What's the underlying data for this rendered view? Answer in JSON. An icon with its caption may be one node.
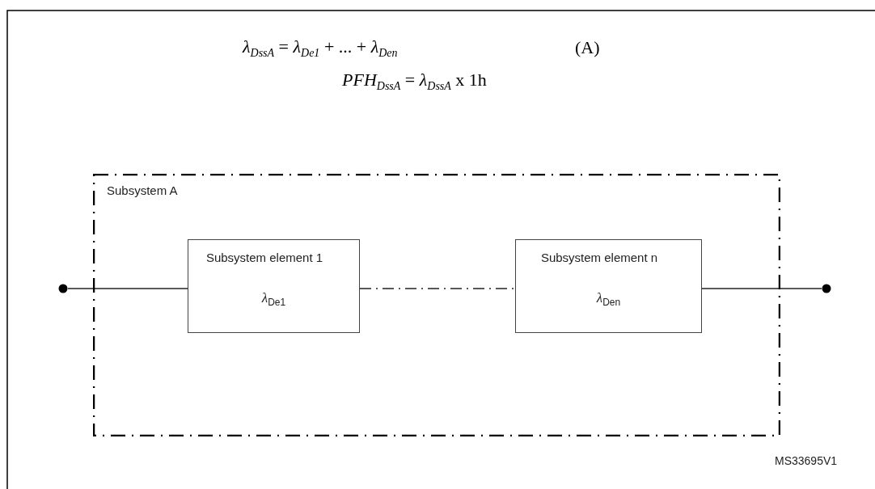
{
  "diagram": {
    "nodes": [
      {
        "text": [
          "Subsystem A"
        ]
      },
      {
        "text": [
          "Subsystem element 1",
          "*λ*$_{De1}$"
        ],
        "in": 0
      },
      {
        "text": [
          "Subsystem element n",
          "*λ*$_{Den}$"
        ],
        "in": 0
      },
      {
        "text": [],
        "shape": "circle"
      },
      {
        "text": [],
        "shape": "circle"
      }
    ],
    "edges": [
      {
        "from": 3,
        "to": 1,
        "arrow": "none"
      },
      {
        "from": 1,
        "to": 2,
        "arrow": "none",
        "style": "dashed"
      },
      {
        "from": 2,
        "to": 4,
        "arrow": "none"
      }
    ],
    "labels": [
      "*λ*$_{DssA}$ = *λ*$_{De1}$ + ... + *λ*$_{Den}$",
      "(A)",
      "*PFH*$_{DssA}$ =  *λ*$_{DssA}$ x 1h",
      "MS33695V1"
    ]
  }
}
